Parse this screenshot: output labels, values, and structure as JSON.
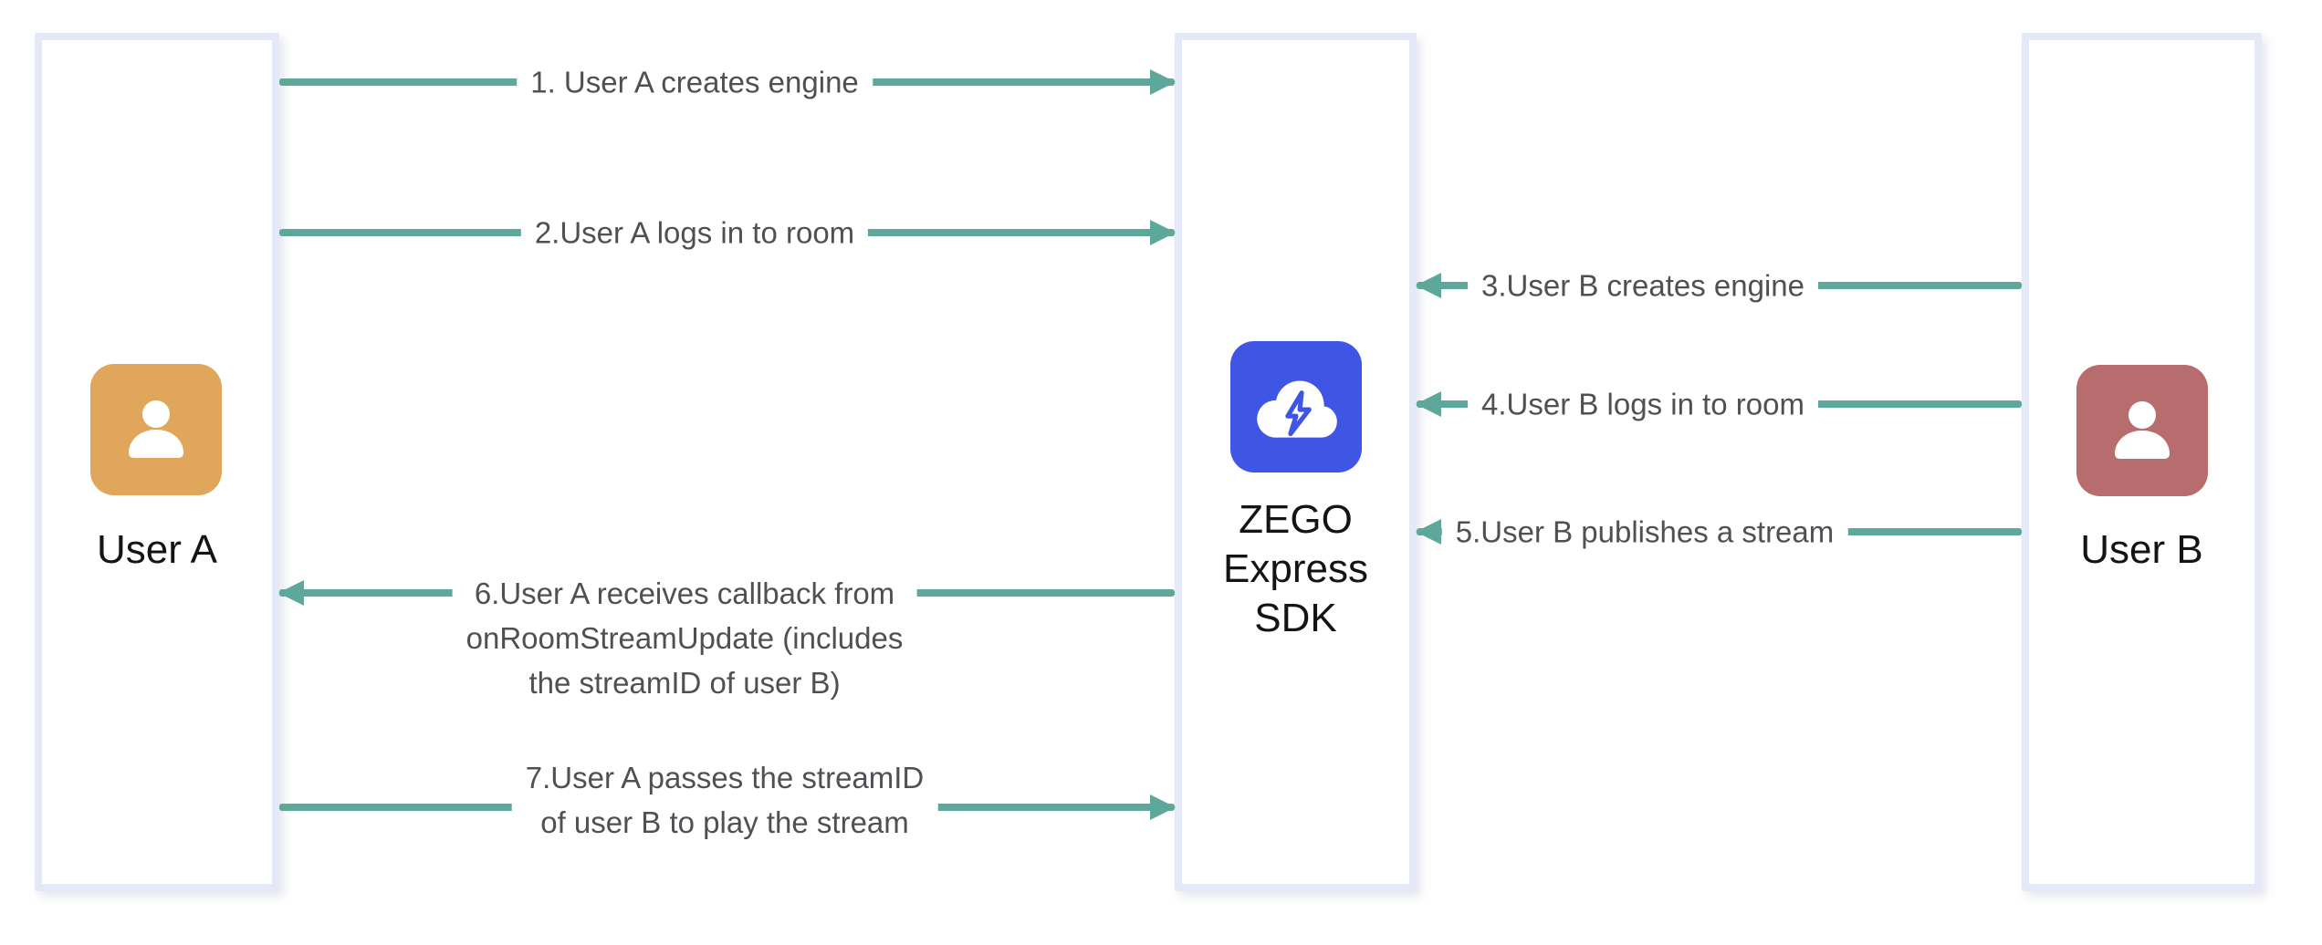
{
  "diagram": {
    "type": "sequence-flow",
    "background": "#ffffff"
  },
  "colors": {
    "arrow": "#5ea89b",
    "lane_border": "#e4e8f7",
    "message_text": "#4f5054",
    "node_text": "#141414",
    "user_a_icon_bg": "#dfa65c",
    "user_b_icon_bg": "#b76c6e",
    "sdk_icon_bg": "#3e56e3"
  },
  "nodes": {
    "user_a": {
      "label": "User A",
      "icon": "user-icon"
    },
    "sdk": {
      "lines": [
        "ZEGO",
        "Express",
        "SDK"
      ],
      "icon": "cloud-lightning-icon"
    },
    "user_b": {
      "label": "User B",
      "icon": "user-icon"
    }
  },
  "messages": [
    {
      "step": 1,
      "from": "user_a",
      "to": "sdk",
      "arrow": "right",
      "lines": [
        "1. User A creates engine"
      ]
    },
    {
      "step": 2,
      "from": "user_a",
      "to": "sdk",
      "arrow": "right",
      "lines": [
        "2.User A logs in to room"
      ]
    },
    {
      "step": 3,
      "from": "user_b",
      "to": "sdk",
      "arrow": "left",
      "lines": [
        "3.User B creates engine"
      ]
    },
    {
      "step": 4,
      "from": "user_b",
      "to": "sdk",
      "arrow": "left",
      "lines": [
        "4.User B logs in to room"
      ]
    },
    {
      "step": 5,
      "from": "user_b",
      "to": "sdk",
      "arrow": "left",
      "lines": [
        "5.User B publishes a stream"
      ]
    },
    {
      "step": 6,
      "from": "sdk",
      "to": "user_a",
      "arrow": "left",
      "lines": [
        "6.User A receives callback from",
        "onRoomStreamUpdate (includes",
        "the streamID of user B)"
      ]
    },
    {
      "step": 7,
      "from": "user_a",
      "to": "sdk",
      "arrow": "right",
      "lines": [
        "7.User A passes the streamID",
        "of user B to play the stream"
      ]
    }
  ]
}
